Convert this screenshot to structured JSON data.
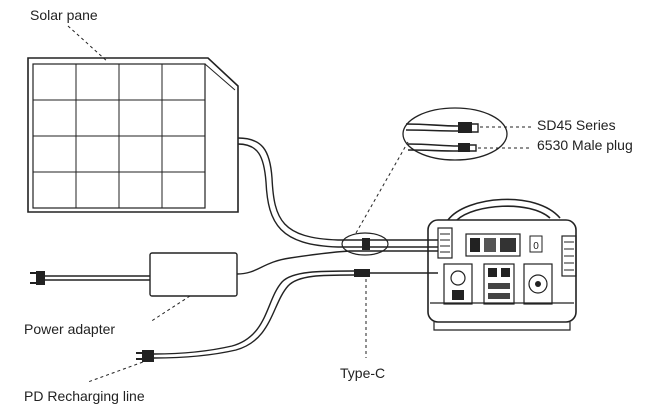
{
  "labels": {
    "solar_panel": "Solar pane",
    "sd45": "SD45 Series",
    "male_plug": "6530 Male plug",
    "power_adapter": "Power adapter",
    "type_c": "Type-C",
    "pd_line": "PD Recharging line"
  },
  "colors": {
    "line": "#222222",
    "panel_fill": "#ffffff"
  }
}
